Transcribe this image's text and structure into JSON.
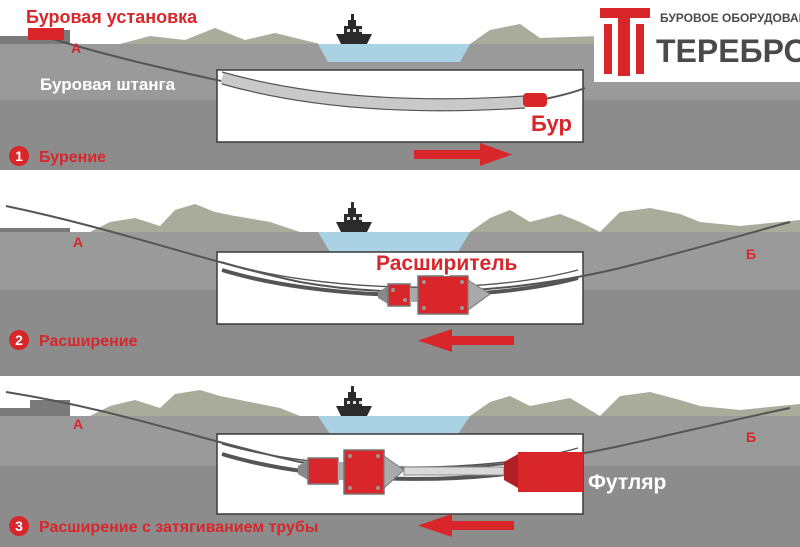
{
  "logo": {
    "tagline": "БУРОВОЕ ОБОРУДОВАНИЕ",
    "name": "ТЕРЕБРО"
  },
  "colors": {
    "accent": "#d8262b",
    "sky": "#ffffff",
    "ground": "#8f8f8f",
    "ground_dark": "#7e7e7e",
    "hills": "#a9ab9b",
    "water": "#aad2e4",
    "pipe": "#4a4a4a"
  },
  "panel1": {
    "rig_label": "Буровая установка",
    "point_a": "А",
    "rod_label": "Буровая штанга",
    "bit_label": "Бур",
    "step_number": "1",
    "step_title": "Бурение",
    "arrow_direction": "right"
  },
  "panel2": {
    "point_a": "А",
    "point_b": "Б",
    "reamer_label": "Расширитель",
    "step_number": "2",
    "step_title": "Расширение",
    "arrow_direction": "left"
  },
  "panel3": {
    "point_a": "А",
    "point_b": "Б",
    "casing_label": "Футляр",
    "step_number": "3",
    "step_title": "Расширение с затягиванием трубы",
    "arrow_direction": "left"
  },
  "icons": [
    "ship-icon",
    "tree-icon",
    "arrow-right-icon",
    "arrow-left-icon"
  ]
}
